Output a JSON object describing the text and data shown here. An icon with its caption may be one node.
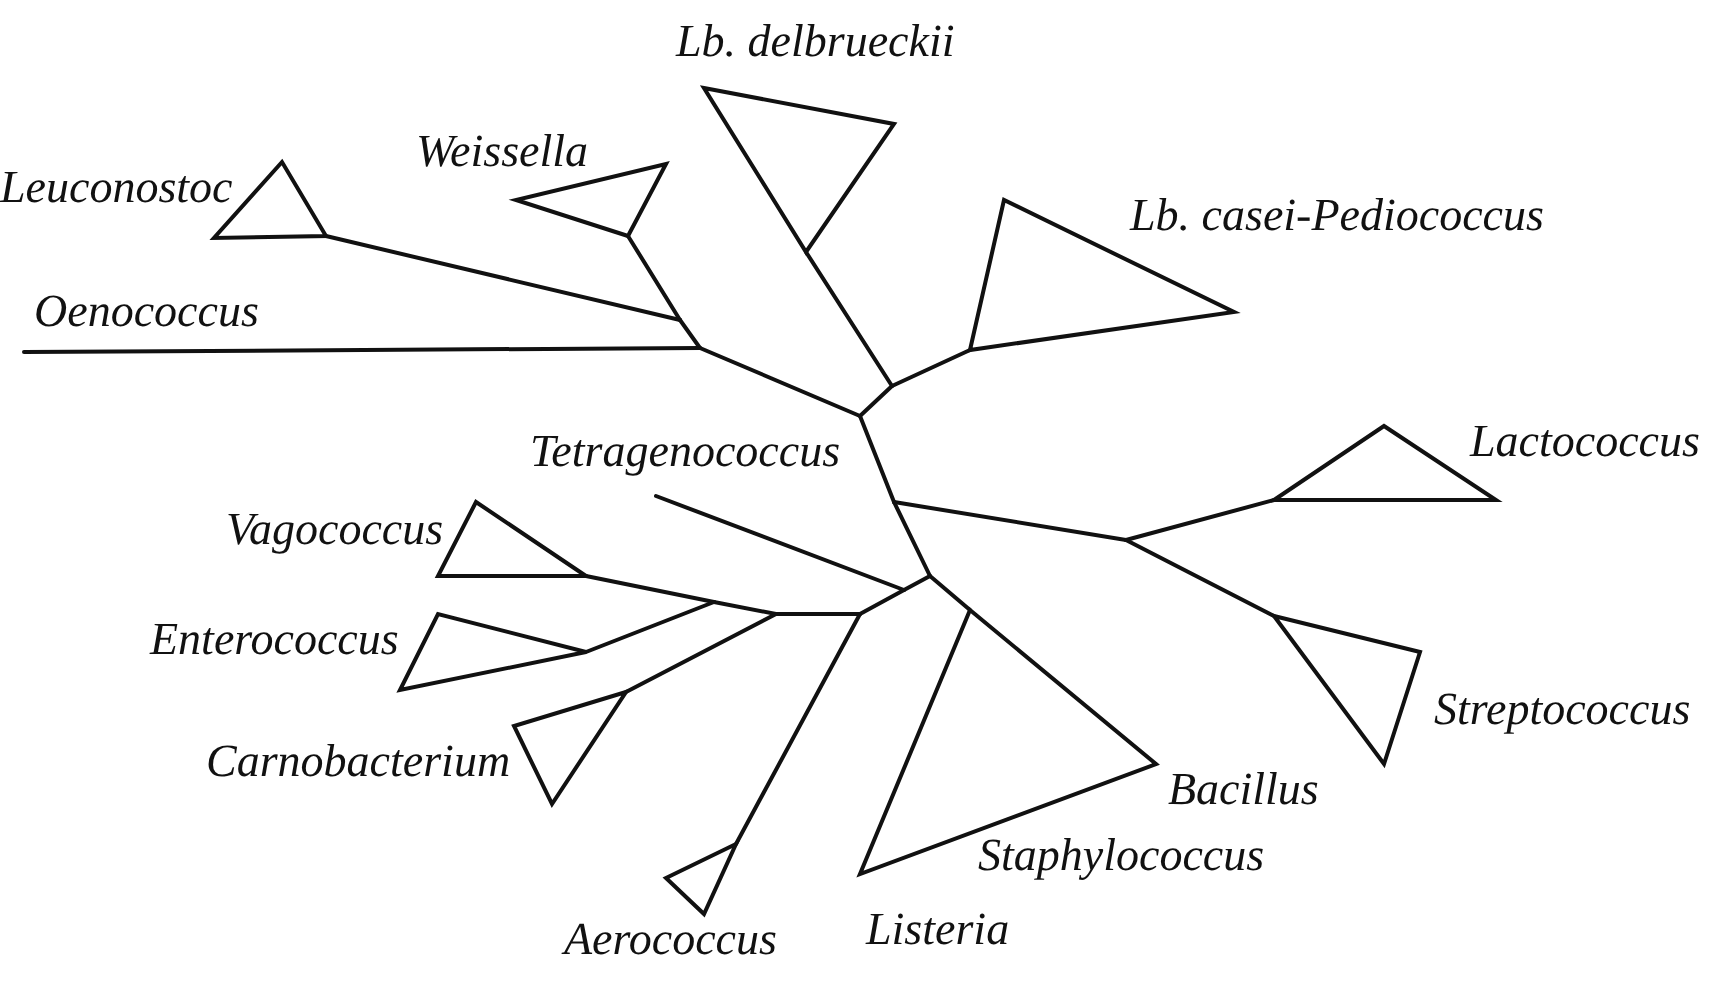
{
  "diagram": {
    "labels": [
      "Lb. delbrueckii",
      "Weissella",
      "Leuconostoc",
      "Lb. casei-Pediococcus",
      "Oenococcus",
      "Tetragenococcus",
      "Lactococcus",
      "Vagococcus",
      "Enterococcus",
      "Streptococcus",
      "Carnobacterium",
      "Bacillus",
      "Staphylococcus",
      "Aerococcus",
      "Listeria"
    ]
  }
}
